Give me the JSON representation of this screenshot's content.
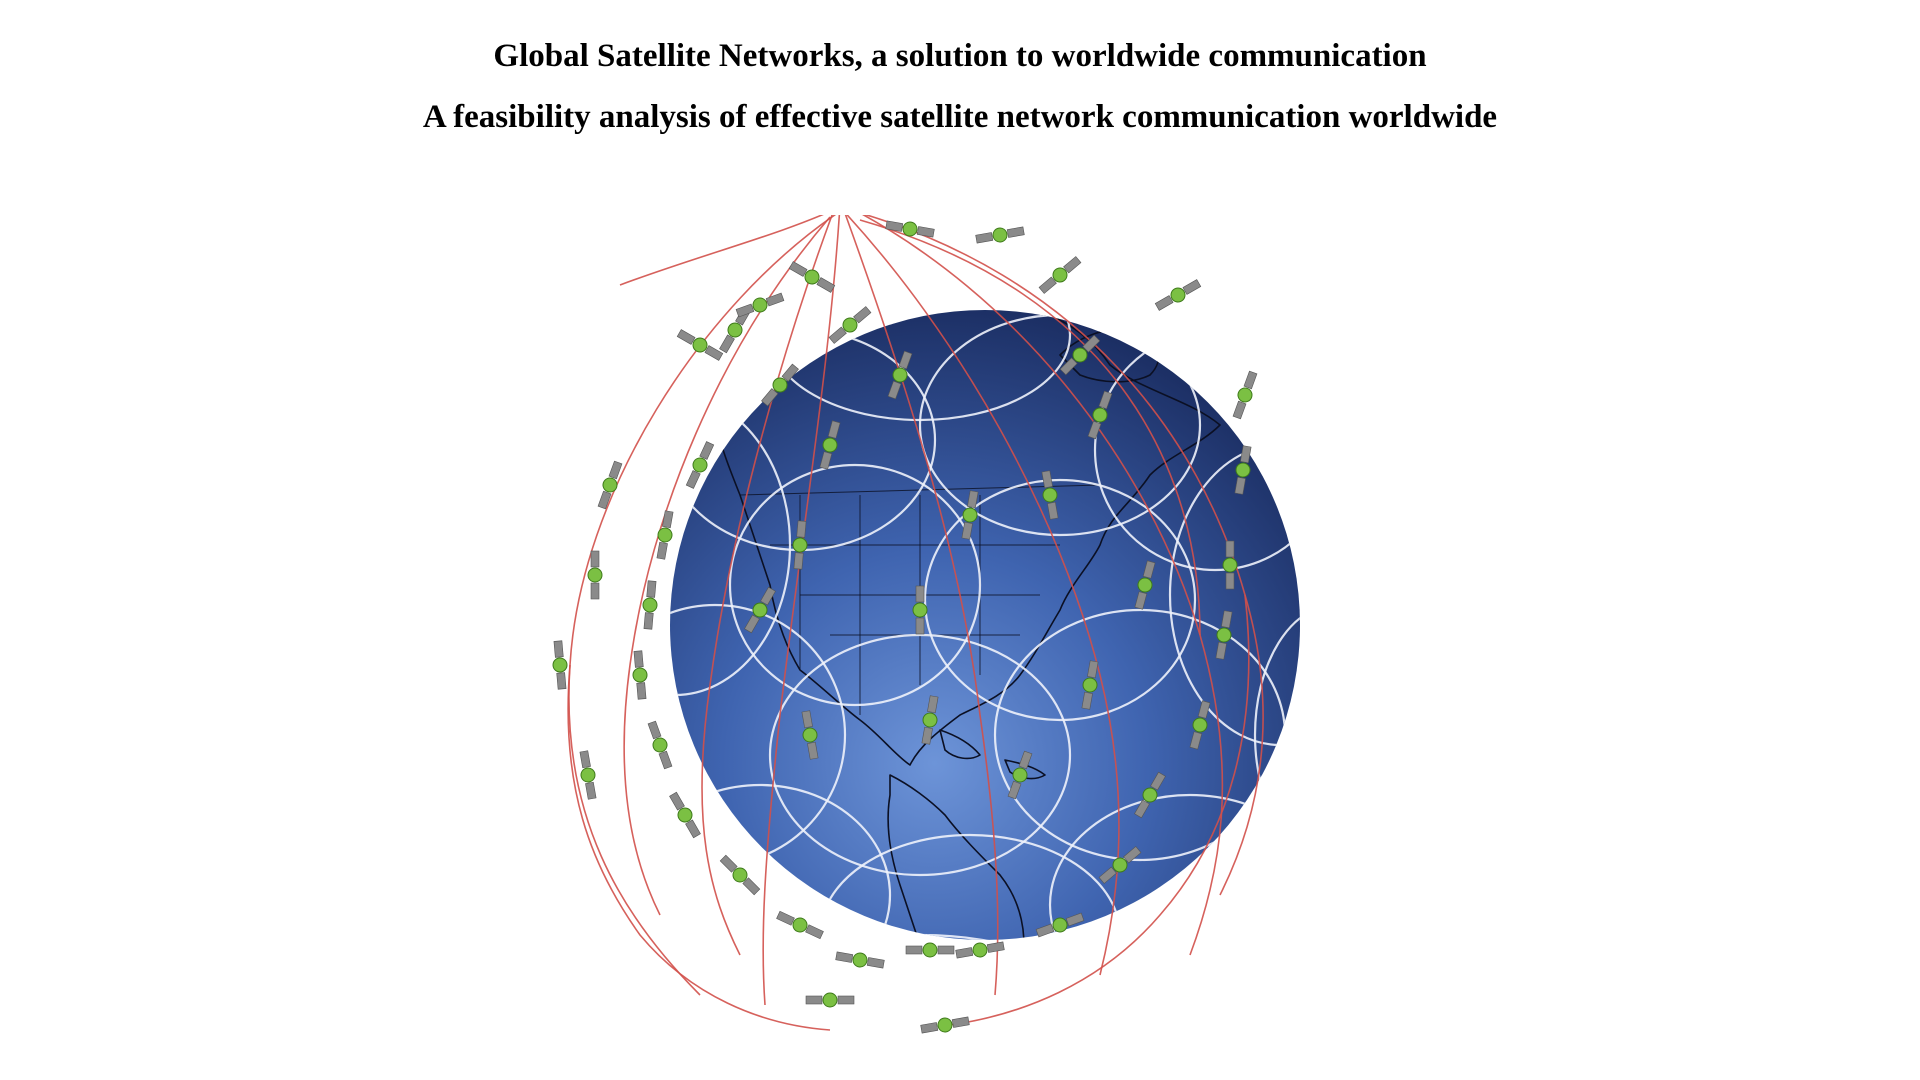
{
  "document": {
    "title": "Global Satellite Networks, a solution to worldwide communication",
    "subtitle": "A feasibility analysis of effective satellite network communication worldwide"
  },
  "figure": {
    "subject": "satellite constellation orbiting globe",
    "colors": {
      "globe_light": "#5f86cf",
      "globe_mid": "#3a5eaa",
      "globe_dark": "#1b2d61",
      "coastline": "#0b1024",
      "footprint": "#eef2fb",
      "orbit": "#d1504a",
      "satellite_body": "#7bc043",
      "solar_panel": "#8a8a8a"
    }
  }
}
